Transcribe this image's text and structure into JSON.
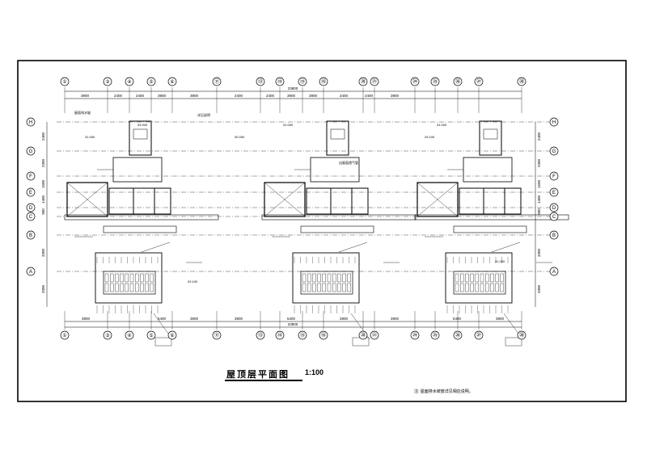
{
  "drawing": {
    "title": "屋顶层平面图",
    "scale": "1:100",
    "note": "注: 屋面排水坡度详见相应说明。",
    "colors": {
      "ink": "#000000",
      "background": "#ffffff"
    }
  },
  "axes": {
    "columns": [
      "①",
      "③",
      "④",
      "⑤",
      "⑥",
      "⑪",
      "⑬",
      "⑭",
      "⑮",
      "⑯",
      "⑳",
      "㉑",
      "㉔",
      "㉕",
      "㉖",
      "㉗",
      "㉘"
    ],
    "rows_left": [
      "H",
      "G",
      "F",
      "E",
      "D",
      "C",
      "B",
      "A"
    ],
    "rows_right": [
      "H",
      "G",
      "F",
      "E",
      "D",
      "C",
      "B",
      "A"
    ]
  },
  "dimensions": {
    "overall_top": "23800",
    "overall_bottom": "23800",
    "top_segments": [
      "3900",
      "2400",
      "2400",
      "3900",
      "3900",
      "2400",
      "2400",
      "3900",
      "3900",
      "2400",
      "2400",
      "3900"
    ],
    "bottom_segments": [
      "3900",
      "5400",
      "3900",
      "3900",
      "5400",
      "3900",
      "3900",
      "5400",
      "3900"
    ],
    "left_side": [
      "2400",
      "2300",
      "1500",
      "1400",
      "900",
      "3300",
      "3300"
    ],
    "right_side": [
      "2400",
      "2300",
      "1500",
      "1400",
      "900",
      "3300",
      "3300"
    ]
  },
  "annotations": {
    "elevation_labels": [
      "33.900",
      "31.000",
      "31.000",
      "30.000",
      "31.000",
      "29.100",
      "29.100",
      "31.000"
    ],
    "callouts": [
      "屋面排水坡",
      "详见说明",
      "出屋面透气管"
    ]
  }
}
